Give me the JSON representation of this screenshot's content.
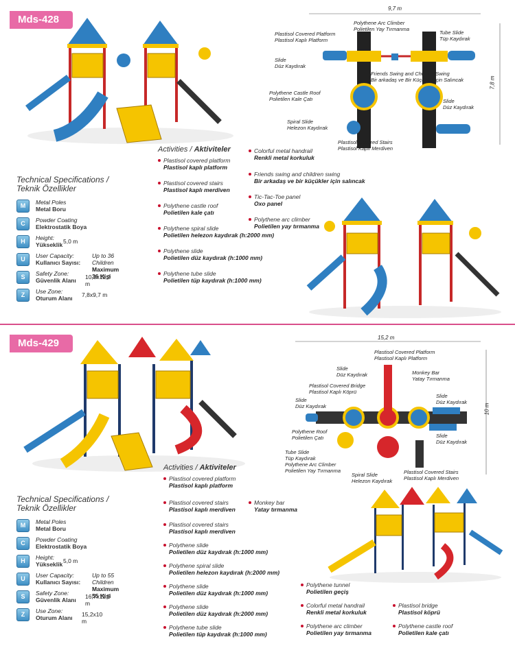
{
  "models": [
    {
      "code": "Mds-428",
      "activities_title_en": "Activities /",
      "activities_title_tr": "Aktiviteler",
      "tech_title_en": "Technical Specifications /",
      "tech_title_tr": "Teknik Özellikler",
      "specs": [
        {
          "icon": "poles-icon",
          "glyph": "M",
          "label_en": "Metal Poles",
          "label_tr": "Metal Boru",
          "value_a": "",
          "value_b": ""
        },
        {
          "icon": "coating-icon",
          "glyph": "C",
          "label_en": "Powder Coating",
          "label_tr": "Elektrostatik Boya",
          "value_a": "",
          "value_b": ""
        },
        {
          "icon": "height-icon",
          "glyph": "H",
          "label_en": "Height:",
          "label_tr": "Yükseklik",
          "value_a": "5,0 m",
          "value_b": ""
        },
        {
          "icon": "capacity-icon",
          "glyph": "U",
          "label_en": "User Capacity:",
          "label_tr": "Kullanıcı Sayısı:",
          "value_a": "Up to 36 Children",
          "value_b": "Maximum 36 Kişi"
        },
        {
          "icon": "safety-icon",
          "glyph": "S",
          "label_en": "Safety Zone:",
          "label_tr": "Güvenlik Alanı",
          "value_a": "10,3x11,2 m",
          "value_b": ""
        },
        {
          "icon": "usezone-icon",
          "glyph": "Z",
          "label_en": "Use Zone:",
          "label_tr": "Oturum Alanı",
          "value_a": "7,8x9,7 m",
          "value_b": ""
        }
      ],
      "activities": [
        {
          "en": "Plastisol covered platform",
          "tr": "Plastisol kaplı platform"
        },
        {
          "en": "Plastisol covered stairs",
          "tr": "Plastisol kaplı merdiven"
        },
        {
          "en": "Polythene castle roof",
          "tr": "Polietilen kale çatı"
        },
        {
          "en": "Polythene spiral slide",
          "tr": "Polietilen helezon kaydırak (h:2000 mm)"
        },
        {
          "en": "Polythene slide",
          "tr": "Polietilen düz kaydırak (h:1000 mm)"
        },
        {
          "en": "Polythene tube slide",
          "tr": "Polietilen tüp kaydırak (h:1000 mm)"
        },
        {
          "en": "Colorful metal handrail",
          "tr": "Renkli metal korkuluk"
        },
        {
          "en": "Friends swing and children swing",
          "tr": "Bir arkadaş ve bir küçükler için salıncak"
        },
        {
          "en": "Tic-Tac-Toe panel",
          "tr": "Oxo panel"
        },
        {
          "en": "Polythene arc climber",
          "tr": "Polietilen yay tırmanma"
        }
      ],
      "plan": {
        "width": "9,7 m",
        "depth": "7,8 m",
        "labels": [
          [
            "Plastisol Covered Platform",
            "Plastisol Kaplı Platform"
          ],
          [
            "Polythene Arc Climber",
            "Polietilen Yay Tırmanma"
          ],
          [
            "Tube Slide",
            "Tüp Kaydırak"
          ],
          [
            "Slide",
            "Düz Kaydırak"
          ],
          [
            "Friends Swing and Children Swing",
            "Bir arkadaş ve Bir Küçükler İçin Salıncak"
          ],
          [
            "Polythene Castle Roof",
            "Polietilen Kale Çatı"
          ],
          [
            "Slide",
            "Düz Kaydırak"
          ],
          [
            "Spiral Slide",
            "Helezon Kaydırak"
          ],
          [
            "Plastisol Covered Stairs",
            "Plastisol Kaplı Merdiven"
          ]
        ]
      }
    },
    {
      "code": "Mds-429",
      "activities_title_en": "Activities /",
      "activities_title_tr": "Aktiviteler",
      "tech_title_en": "Technical Specifications /",
      "tech_title_tr": "Teknik Özellikler",
      "specs": [
        {
          "icon": "poles-icon",
          "glyph": "M",
          "label_en": "Metal Poles",
          "label_tr": "Metal Boru",
          "value_a": "",
          "value_b": ""
        },
        {
          "icon": "coating-icon",
          "glyph": "C",
          "label_en": "Powder Coating",
          "label_tr": "Elektrostatik Boya",
          "value_a": "",
          "value_b": ""
        },
        {
          "icon": "height-icon",
          "glyph": "H",
          "label_en": "Height:",
          "label_tr": "Yükseklik",
          "value_a": "5,0 m",
          "value_b": ""
        },
        {
          "icon": "capacity-icon",
          "glyph": "U",
          "label_en": "User Capacity:",
          "label_tr": "Kullanıcı Sayısı:",
          "value_a": "Up to 55 Children",
          "value_b": "Maximum 55 Kişi"
        },
        {
          "icon": "safety-icon",
          "glyph": "S",
          "label_en": "Safety Zone:",
          "label_tr": "Güvenlik Alanı",
          "value_a": "16,7x11,5 m",
          "value_b": ""
        },
        {
          "icon": "usezone-icon",
          "glyph": "Z",
          "label_en": "Use Zone:",
          "label_tr": "Oturum Alanı",
          "value_a": "15,2x10 m",
          "value_b": ""
        }
      ],
      "activities": [
        {
          "en": "Plastisol covered platform",
          "tr": "Plastisol kaplı platform"
        },
        {
          "en": "Plastisol covered stairs",
          "tr": "Plastisol kaplı merdiven"
        },
        {
          "en": "Plastisol covered stairs",
          "tr": "Plastisol kaplı merdiven"
        },
        {
          "en": "Polythene slide",
          "tr": "Polietilen düz kaydırak (h:1000 mm)"
        },
        {
          "en": "Polythene spiral slide",
          "tr": "Polietilen helezon kaydırak (h:2000 mm)"
        },
        {
          "en": "Polythene slide",
          "tr": "Polietilen düz kaydırak (h:1000 mm)"
        },
        {
          "en": "Polythene slide",
          "tr": "Polietilen düz kaydırak (h:2000 mm)"
        },
        {
          "en": "Polythene tube slide",
          "tr": "Polietilen tüp kaydırak (h:1000 mm)"
        },
        {
          "en": "Monkey bar",
          "tr": "Yatay tırmanma"
        },
        {
          "en": "Polythene tunnel",
          "tr": "Polietilen geçiş"
        },
        {
          "en": "Colorful metal handrail",
          "tr": "Renkli metal korkuluk"
        },
        {
          "en": "Polythene arc climber",
          "tr": "Polietilen yay tırmanma"
        },
        {
          "en": "Plastisol bridge",
          "tr": "Plastisol köprü"
        },
        {
          "en": "Polythene castle roof",
          "tr": "Polietilen kale çatı"
        }
      ],
      "plan": {
        "width": "15,2 m",
        "depth": "10 m",
        "labels": [
          [
            "Plastisol Covered Platform",
            "Plastisol Kaplı Platform"
          ],
          [
            "Slide",
            "Düz Kaydırak"
          ],
          [
            "Monkey Bar",
            "Yatay Tırmanma"
          ],
          [
            "Plastisol Covered Bridge",
            "Plastisol Kaplı Köprü"
          ],
          [
            "Slide",
            "Düz Kaydırak"
          ],
          [
            "Slide",
            "Düz Kaydırak"
          ],
          [
            "Polythene Roof",
            "Polietilen Çatı"
          ],
          [
            "Slide",
            "Düz Kaydırak"
          ],
          [
            "Tube Slide",
            "Tüp Kaydırak"
          ],
          [
            "Polythene Arc Climber",
            "Polietilen Yay Tırmanma"
          ],
          [
            "Spiral Slide",
            "Helezon Kaydırak"
          ],
          [
            "Plastisol Covered Stairs",
            "Plastisol Kaplı Merdiven"
          ]
        ]
      }
    }
  ],
  "colors": {
    "accent": "#e86aa6",
    "divider": "#d94f8a",
    "bullet": "#c8102e",
    "yellow": "#f5c400",
    "red": "#d6262b",
    "blue": "#2f7fc1",
    "navy": "#1f3a6b"
  }
}
